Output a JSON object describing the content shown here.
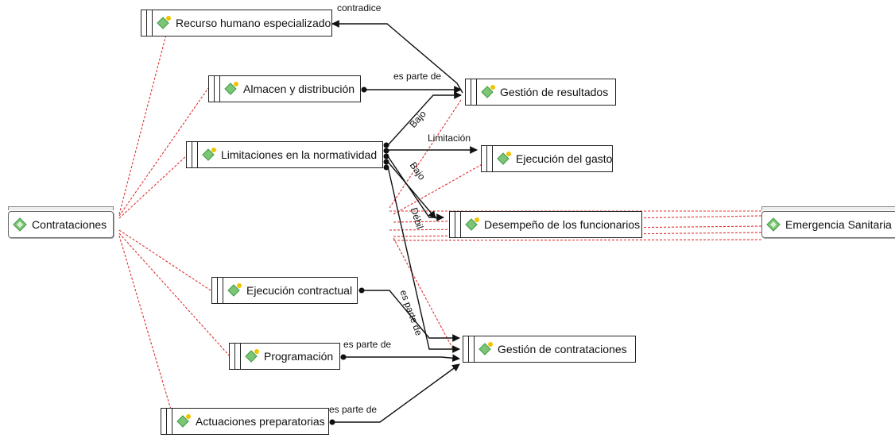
{
  "center": "Contrataciones",
  "sanitaria": "Emergencia Sanitaria",
  "nodes": {
    "recurso": "Recurso humano especializado",
    "almacen": "Almacen y distribución",
    "limitaciones": "Limitaciones en la normatividad",
    "gestion_res": "Gestión de resultados",
    "ejecucion_gasto": "Ejecución del gasto",
    "desempeno": "Desempeño de los funcionarios",
    "ejec_contractual": "Ejecución contractual",
    "programacion": "Programación",
    "actuaciones": "Actuaciones preparatorias",
    "gestion_con": "Gestión de contrataciones"
  },
  "relations": {
    "contradice": "contradice",
    "es_parte_1": "es parte de",
    "bajo_1": "Bajo",
    "limitacion": "Limitación",
    "bajo_2": "Bajo",
    "debil": "Débil",
    "es_parte_2": "es parte de",
    "es_parte_3": "es parte de",
    "es_parte_4": "es parte de"
  },
  "colors": {
    "link_dashed": "#e03030",
    "icon_green": "#7cc576",
    "icon_dot": "#f2c200"
  }
}
